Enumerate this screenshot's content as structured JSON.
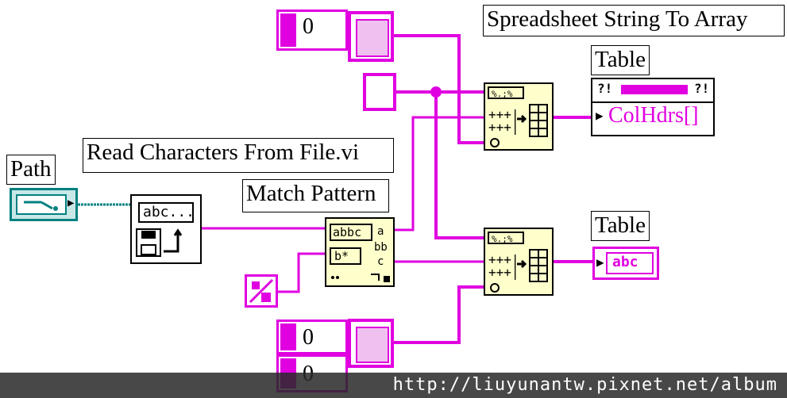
{
  "labels": {
    "spreadsheet": "Spreadsheet String To Array",
    "table_top": "Table",
    "table_bottom": "Table",
    "path": "Path",
    "read_chars": "Read Characters From File.vi",
    "match_pattern": "Match Pattern"
  },
  "constants": {
    "top_numeric": "0",
    "bottom_numeric_1": "0",
    "bottom_numeric_2": "0"
  },
  "terminals": {
    "colhdrs": "ColHdrs[]",
    "read_icon_text": "abc...",
    "match_icon_in": "abbc",
    "match_icon_pattern": "b*",
    "table_bottom_icon": "abc"
  },
  "watermark": "http://liuyunantw.pixnet.net/album",
  "colors": {
    "wire_string": "#e000e0",
    "wire_path": "#008080",
    "node_fill": "#ffffcc"
  }
}
